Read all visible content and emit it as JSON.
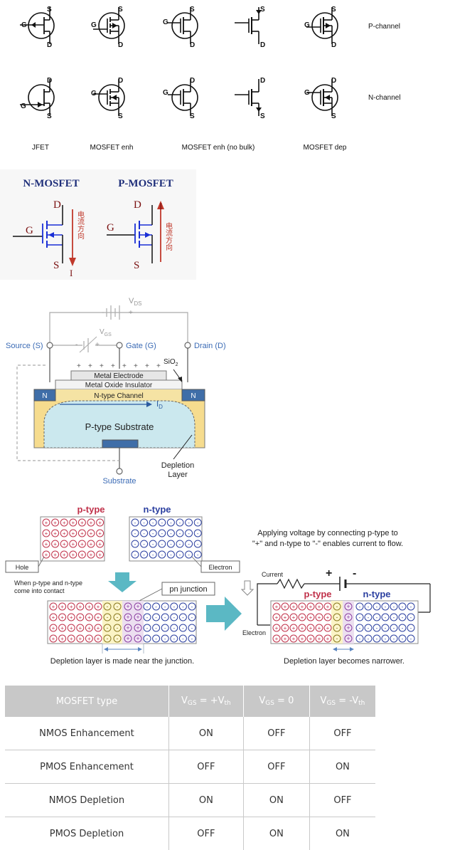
{
  "symbols": {
    "pins": {
      "g": "G",
      "s": "S",
      "d": "D"
    },
    "row_labels": {
      "p": "P-channel",
      "n": "N-channel"
    },
    "col_labels": [
      "JFET",
      "MOSFET enh",
      "MOSFET enh (no bulk)",
      "MOSFET dep"
    ]
  },
  "mosfet_current": {
    "n_title": "N-MOSFET",
    "p_title": "P-MOSFET",
    "g": "G",
    "d": "D",
    "s": "S",
    "i": "I",
    "current_dir": "电流方向"
  },
  "structure": {
    "vds_v": "V",
    "vds_sub": "DS",
    "vgs_v": "V",
    "vgs_sub": "GS",
    "source": "Source (S)",
    "gate": "Gate (G)",
    "drain": "Drain (D)",
    "sio2": "SiO",
    "sio2_sub": "2",
    "metal_electrode": "Metal Electrode",
    "oxide": "Metal Oxide Insulator",
    "channel": "N-type Channel",
    "n": "N",
    "id": "I",
    "id_sub": "D",
    "substrate_region": "P-type Substrate",
    "depletion_1": "Depletion",
    "depletion_2": "Layer",
    "substrate": "Substrate",
    "plus": "+",
    "minus": "-"
  },
  "pn": {
    "p_type": "p-type",
    "n_type": "n-type",
    "hole": "Hole",
    "electron_box": "Electron",
    "contact_1": "When p-type and n-type",
    "contact_2": "come into contact",
    "pn_junction": "pn junction",
    "left_caption": "Depletion layer is made near the junction.",
    "apply_1": "Applying voltage by connecting p-type to",
    "apply_2": "\"+\" and n-type to \"-\" enables current to flow.",
    "current": "Current",
    "plus": "+",
    "minus": "-",
    "electron": "Electron",
    "right_caption": "Depletion layer becomes narrower."
  },
  "table": {
    "header": {
      "type": "MOSFET type",
      "c1_v": "V",
      "c1_sub": "GS",
      "c1_rest": " = +V",
      "c1_sub2": "th",
      "c2_v": "V",
      "c2_sub": "GS",
      "c2_rest": " = 0",
      "c3_v": "V",
      "c3_sub": "GS",
      "c3_rest": " = -V",
      "c3_sub2": "th"
    },
    "rows": [
      {
        "type": "NMOS Enhancement",
        "c1": "ON",
        "c2": "OFF",
        "c3": "OFF"
      },
      {
        "type": "PMOS Enhancement",
        "c1": "OFF",
        "c2": "OFF",
        "c3": "ON"
      },
      {
        "type": "NMOS Depletion",
        "c1": "ON",
        "c2": "ON",
        "c3": "OFF"
      },
      {
        "type": "PMOS Depletion",
        "c1": "OFF",
        "c2": "ON",
        "c3": "ON"
      }
    ]
  },
  "colors": {
    "red_text": "#c0392b",
    "navy_text": "#1f2f7a",
    "blue_line": "#1a2fd6",
    "pn_red": "#c0314a",
    "pn_blue": "#2b3fa0",
    "teal_arrow": "#5bb8c4",
    "source_blue": "#3b6bb5",
    "table_head": "#c8c8c8"
  }
}
